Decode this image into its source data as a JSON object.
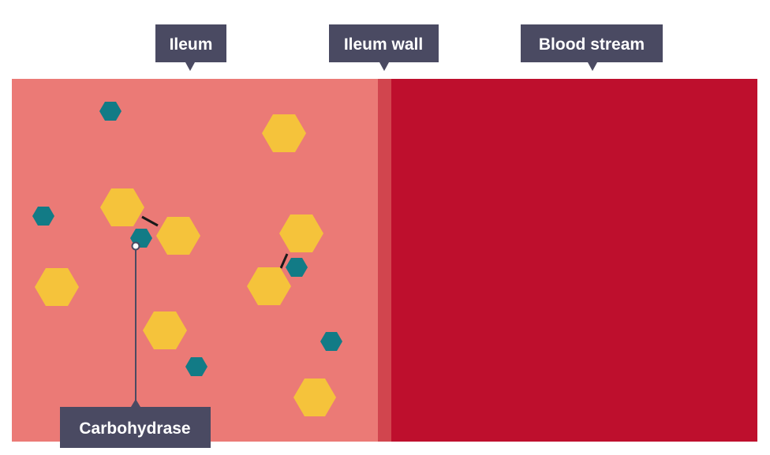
{
  "labels": {
    "ileum": "Ileum",
    "ileum_wall": "Ileum wall",
    "blood_stream": "Blood stream",
    "carbohydrase": "Carbohydrase"
  },
  "colors": {
    "ileum": "#eb7a76",
    "ileum_wall": "#d1454e",
    "blood_stream": "#be0f2d",
    "label_bg": "#4a4a62",
    "label_text": "#ffffff",
    "glucose": "#f5c33b",
    "enzyme": "#127b86",
    "bond": "#1a1a1a",
    "pointer": "#4a4a62"
  }
}
